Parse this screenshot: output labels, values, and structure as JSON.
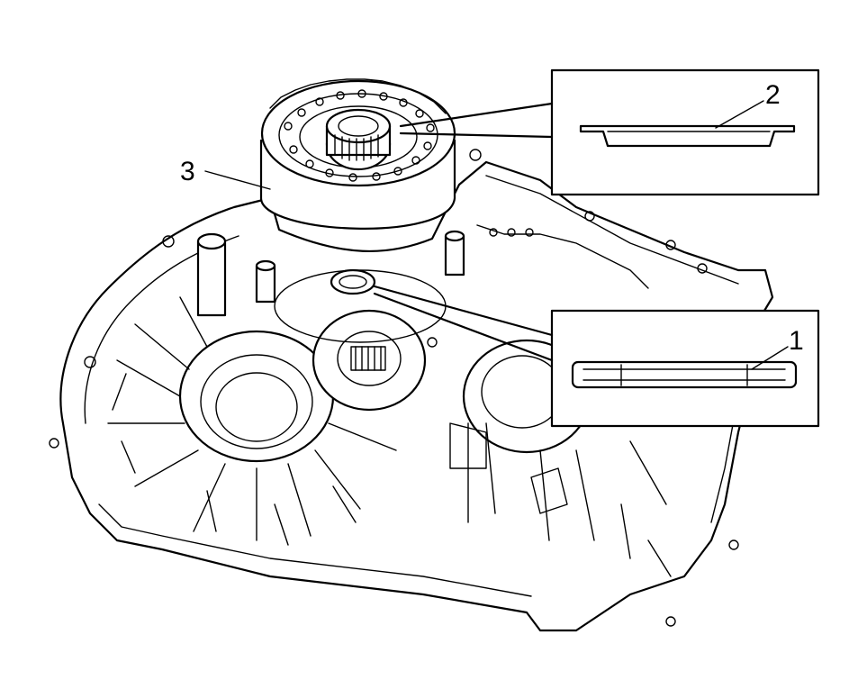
{
  "callouts": [
    {
      "id": "1",
      "label": "1"
    },
    {
      "id": "2",
      "label": "2"
    },
    {
      "id": "3",
      "label": "3"
    }
  ],
  "colors": {
    "line": "#000000",
    "background": "#ffffff"
  },
  "icons": [
    "transmission-case-drawing",
    "differential-bearing-assembly",
    "shim-detail",
    "seal-detail"
  ]
}
